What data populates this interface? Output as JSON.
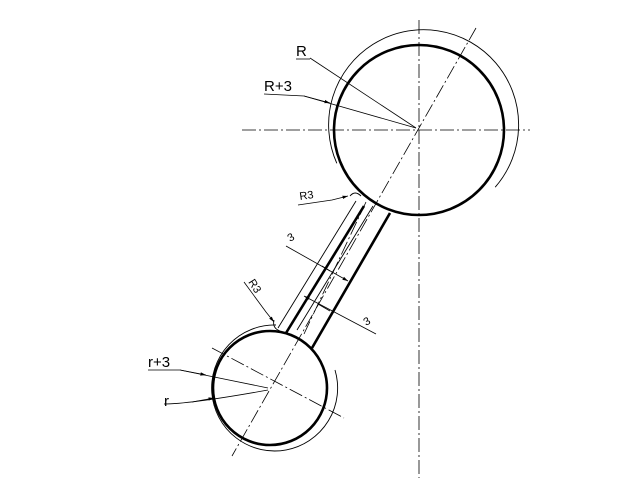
{
  "labels": {
    "big_radius": "R",
    "big_offset_radius": "R+3",
    "fillet_upper": "R3",
    "gap_upper": "3",
    "fillet_lower": "R3",
    "gap_lower": "3",
    "small_offset_radius": "r+3",
    "small_radius": "r"
  },
  "colors": {
    "stroke": "#000000",
    "background": "#ffffff"
  }
}
